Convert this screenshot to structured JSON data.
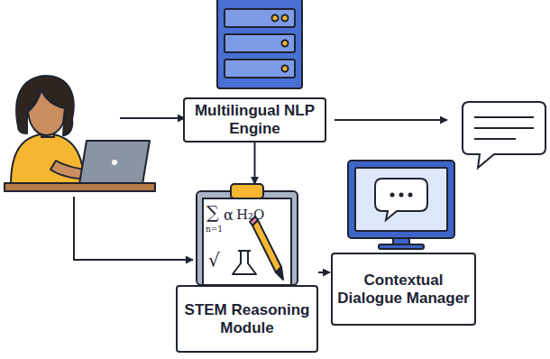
{
  "diagram": {
    "nodes": [
      {
        "text": [
          "Multilingual NLP Engine"
        ]
      },
      {
        "text": [
          "STEM Reasoning Module"
        ]
      },
      {
        "text": [
          "Contextual Dialogue Manager"
        ]
      }
    ],
    "edges": [
      {
        "from": 0,
        "to": 1,
        "arrow": "to"
      },
      {
        "from": 1,
        "to": 2,
        "arrow": "to"
      }
    ],
    "labels": [
      "∑",
      "n=1",
      "α",
      "H₂O",
      "√"
    ]
  }
}
